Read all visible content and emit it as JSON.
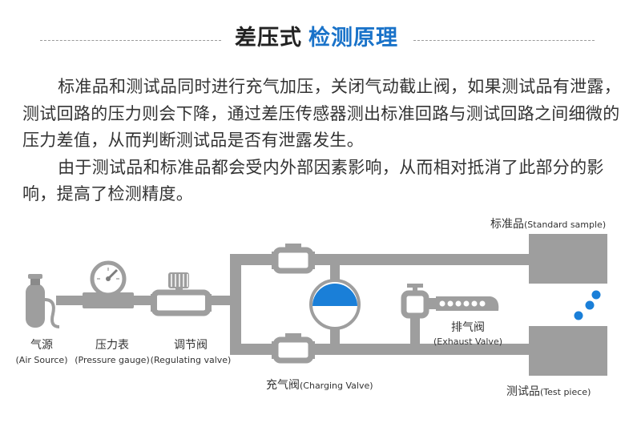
{
  "title": {
    "part1": "差压式",
    "part2": "检测原理"
  },
  "paragraphs": [
    "标准品和测试品同时进行充气加压，关闭气动截止阀，如果测试品有泄露，测试回路的压力则会下降，通过差压传感器测出标准回路与测试回路之间细微的压力差值，从而判断测试品是否有泄露发生。",
    "由于测试品和标准品都会受内外部因素影响，从而相对抵消了此部分的影响，提高了检测精度。"
  ],
  "labels": {
    "air_source": {
      "cn": "气源",
      "en": "(Air Source)"
    },
    "pressure_gauge": {
      "cn": "压力表",
      "en": "(Pressure gauge)"
    },
    "regulating_valve": {
      "cn": "调节阀",
      "en": "(Regulating valve)"
    },
    "charging_valve": {
      "cn": "充气阀",
      "en": "(Charging Valve)"
    },
    "exhaust_valve": {
      "cn": "排气阀",
      "en": "(Exhaust Valve)"
    },
    "standard_sample": {
      "cn": "标准品",
      "en": "(Standard sample)"
    },
    "test_piece": {
      "cn": "测试品",
      "en": "(Test piece)"
    }
  },
  "colors": {
    "accent": "#1a73c9",
    "pipe": "#9e9e9e",
    "pipe_dark": "#7d7d7d",
    "leak_dot": "#1a7fd8"
  }
}
